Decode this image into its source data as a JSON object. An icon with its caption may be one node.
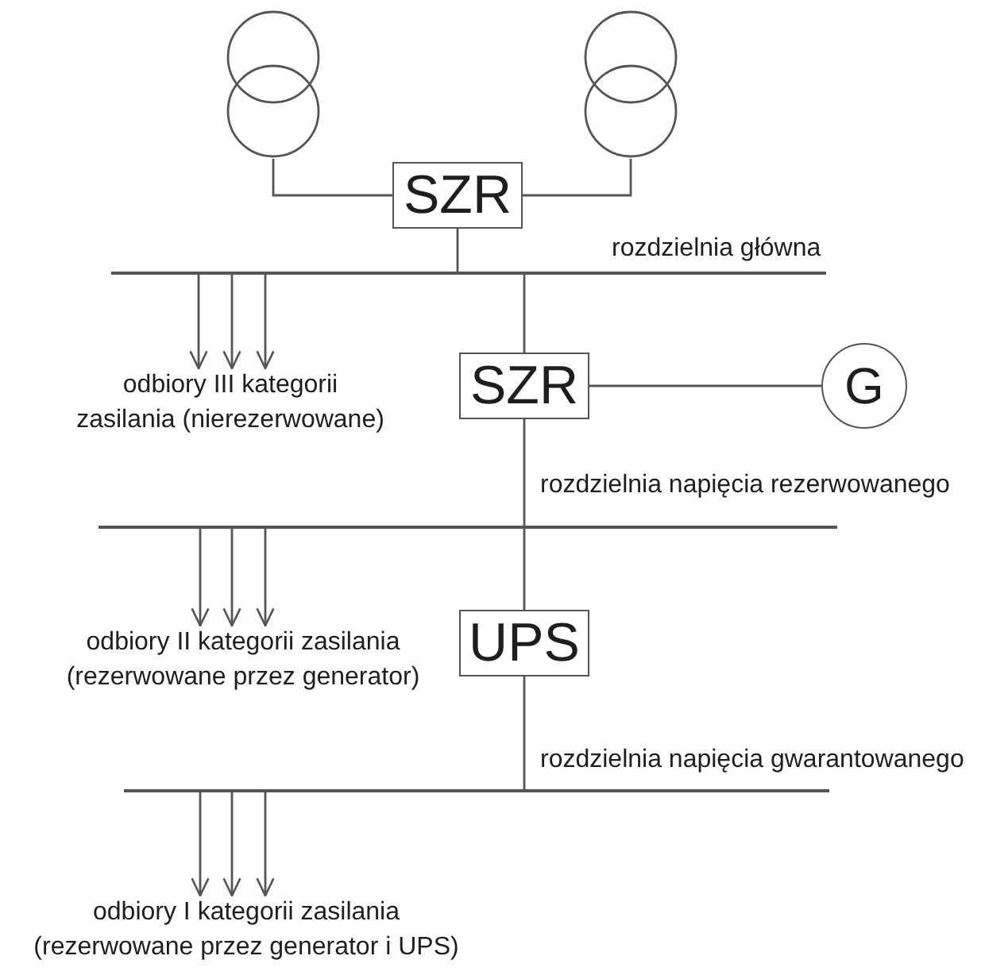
{
  "diagram": {
    "nodes": [
      {
        "text": [],
        "shape": "transformer"
      },
      {
        "text": [],
        "shape": "transformer"
      },
      {
        "text": [
          "SZR"
        ]
      },
      {
        "text": [],
        "shape": "bar",
        "beside": [
          "rozdzielnia główna"
        ]
      },
      {
        "text": [
          "odbiory III kategorii zasilania (nierezerwowane)"
        ]
      },
      {
        "text": [
          "SZR"
        ]
      },
      {
        "text": [
          "G"
        ]
      },
      {
        "text": [],
        "shape": "bar",
        "beside": [
          "rozdzielnia napięcia rezerwowanego"
        ]
      },
      {
        "text": [
          "odbiory II kategorii zasilania (rezerwowane przez generator)"
        ]
      },
      {
        "text": [
          "UPS"
        ]
      },
      {
        "text": [],
        "shape": "bar",
        "beside": [
          "rozdzielnia napięcia gwarantowanego"
        ]
      },
      {
        "text": [
          "odbiory I kategorii zasilania (rezerwowane przez generator i UPS)"
        ]
      }
    ],
    "edges": [
      {
        "from": 0,
        "to": 2,
        "arrow": "none"
      },
      {
        "from": 1,
        "to": 2,
        "arrow": "none"
      },
      {
        "from": 2,
        "to": 3,
        "arrow": "none"
      },
      {
        "from": 3,
        "to": 4,
        "arrow": "to"
      },
      {
        "from": 3,
        "to": 4,
        "arrow": "to"
      },
      {
        "from": 3,
        "to": 4,
        "arrow": "to"
      },
      {
        "from": 3,
        "to": 5,
        "arrow": "none"
      },
      {
        "from": 5,
        "to": 6,
        "arrow": "none"
      },
      {
        "from": 5,
        "to": 7,
        "arrow": "none"
      },
      {
        "from": 7,
        "to": 8,
        "arrow": "to"
      },
      {
        "from": 7,
        "to": 8,
        "arrow": "to"
      },
      {
        "from": 7,
        "to": 8,
        "arrow": "to"
      },
      {
        "from": 7,
        "to": 9,
        "arrow": "none"
      },
      {
        "from": 9,
        "to": 10,
        "arrow": "none"
      },
      {
        "from": 10,
        "to": 11,
        "arrow": "to"
      },
      {
        "from": 10,
        "to": 11,
        "arrow": "to"
      },
      {
        "from": 10,
        "to": 11,
        "arrow": "to"
      }
    ]
  }
}
